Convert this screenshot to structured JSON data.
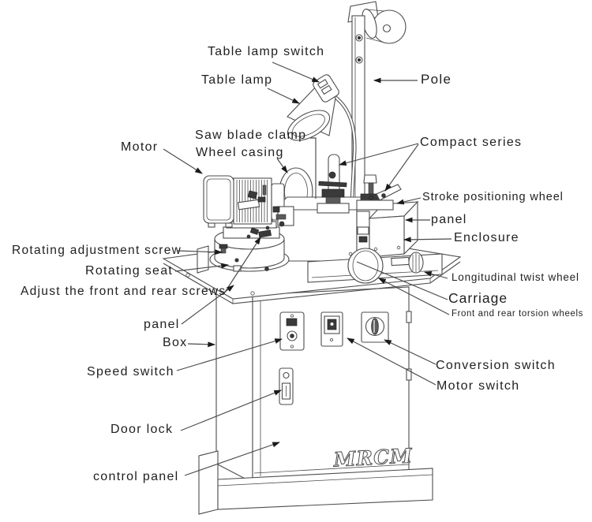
{
  "diagram_type": "machine-parts-callout-diagram",
  "labels": {
    "table_lamp_switch": "Table lamp switch",
    "table_lamp": "Table lamp",
    "pole": "Pole",
    "saw_blade_clamp": "Saw blade clamp",
    "wheel_casing": "Wheel casing",
    "motor": "Motor",
    "compact_series": "Compact series",
    "stroke_positioning_wheel": "Stroke positioning wheel",
    "panel_upper": "panel",
    "enclosure": "Enclosure",
    "rotating_adjustment_screw": "Rotating adjustment screw",
    "rotating_seat": "Rotating seat",
    "longitudinal_twist_wheel": "Longitudinal twist wheel",
    "adjust_front_rear_screws": "Adjust the front and rear screws",
    "carriage": "Carriage",
    "front_rear_torsion_wheels": "Front and rear torsion wheels",
    "panel_lower": "panel",
    "box": "Box",
    "speed_switch": "Speed switch",
    "conversion_switch": "Conversion switch",
    "motor_switch": "Motor switch",
    "door_lock": "Door lock",
    "control_panel": "control panel",
    "logo": "MRCM"
  },
  "colors": {
    "background": "#ffffff",
    "line_art": "#4d4d4d",
    "label_text": "#1f1f1f",
    "arrowhead": "#1a1a1a"
  }
}
